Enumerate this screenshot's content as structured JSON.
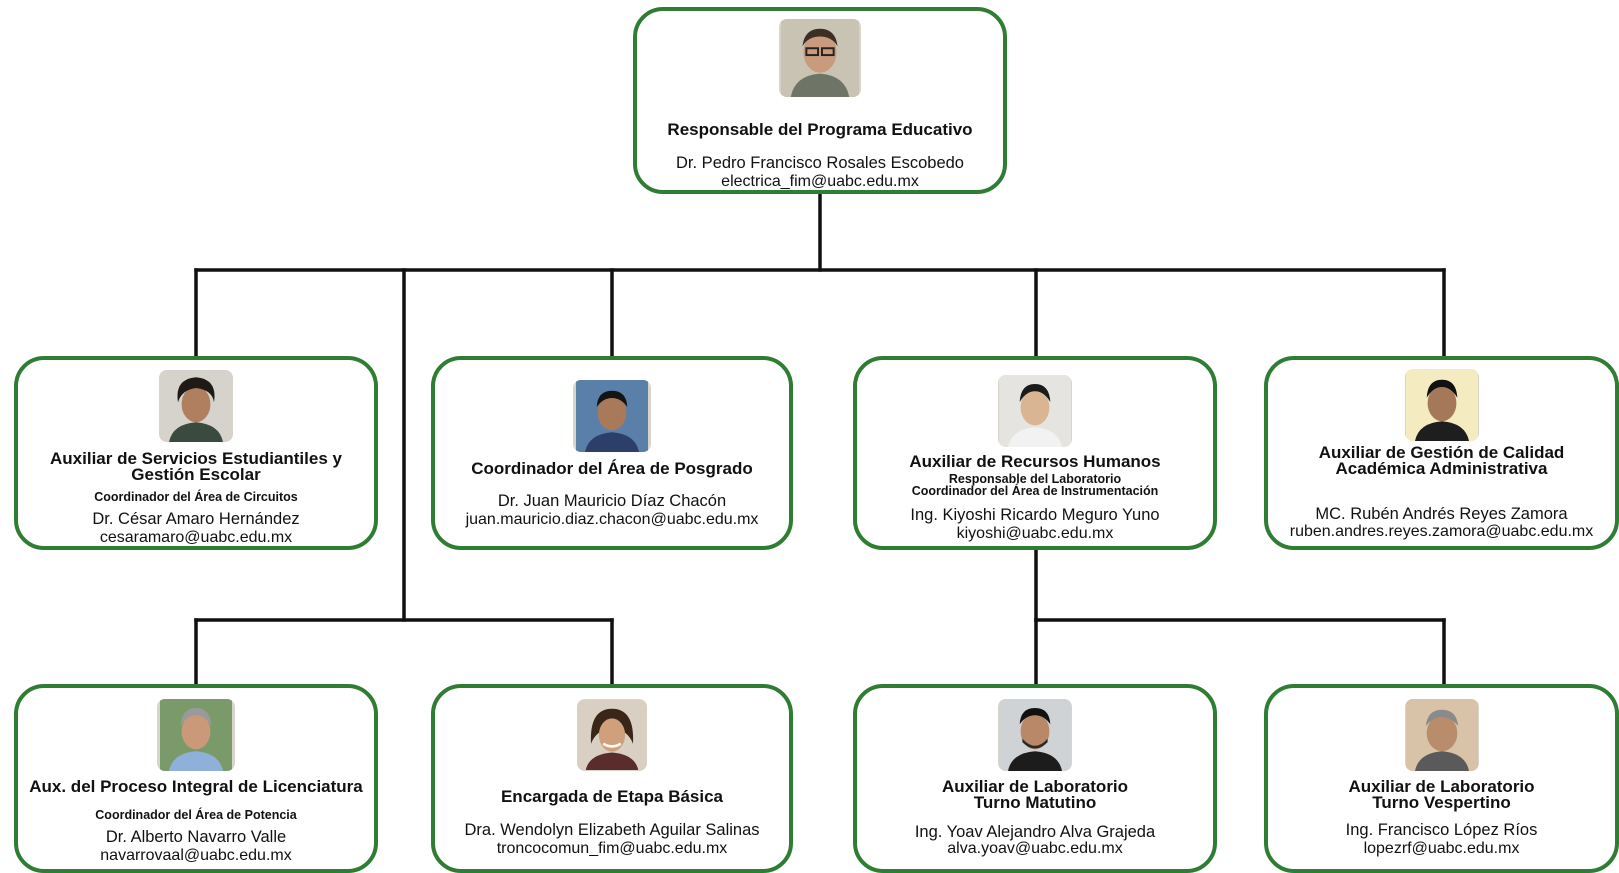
{
  "colors": {
    "border": "#2f7d32",
    "connector": "#111111"
  },
  "nodes": {
    "director": {
      "role": "Responsable del Programa Educativo",
      "name": "Dr. Pedro Francisco Rosales Escobedo",
      "email": "electrica_fim@uabc.edu.mx",
      "photo": "man-glasses-photo"
    },
    "servicios": {
      "role_line1": "Auxiliar de Servicios Estudiantiles y",
      "role_line2": "Gestión Escolar",
      "sub": "Coordinador del Área de Circuitos",
      "name": "Dr. César Amaro Hernández",
      "email": "cesaramaro@uabc.edu.mx",
      "photo": "man-curly-hair-photo"
    },
    "posgrado": {
      "role": "Coordinador del Área de Posgrado",
      "name": "Dr. Juan Mauricio Díaz Chacón",
      "email": "juan.mauricio.diaz.chacon@uabc.edu.mx",
      "photo": "man-photo"
    },
    "rrhh": {
      "role": "Auxiliar de Recursos Humanos",
      "sub_line1": "Responsable del Laboratorio",
      "sub_line2": "Coordinador del Área de Instrumentación",
      "name": "Ing. Kiyoshi Ricardo Meguro Yuno",
      "email": "kiyoshi@uabc.edu.mx",
      "photo": "man-photo"
    },
    "calidad": {
      "role_line1": "Auxiliar de Gestión de Calidad",
      "role_line2": "Académica Administrativa",
      "name": "MC. Rubén Andrés Reyes Zamora",
      "email": "ruben.andres.reyes.zamora@uabc.edu.mx",
      "photo": "man-photo"
    },
    "licenciatura": {
      "role": "Aux. del Proceso Integral de Licenciatura",
      "sub": "Coordinador del Área de Potencia",
      "name": "Dr. Alberto Navarro Valle",
      "email": "navarrovaal@uabc.edu.mx",
      "photo": "man-gray-hair-photo"
    },
    "basica": {
      "role": "Encargada de Etapa Básica",
      "name": "Dra. Wendolyn Elizabeth Aguilar Salinas",
      "email": "troncocomun_fim@uabc.edu.mx",
      "photo": "woman-photo"
    },
    "matutino": {
      "role_line1": "Auxiliar de Laboratorio",
      "role_line2": "Turno Matutino",
      "name": "Ing. Yoav Alejandro Alva Grajeda",
      "email": "alva.yoav@uabc.edu.mx",
      "photo": "man-photo"
    },
    "vespertino": {
      "role_line1": "Auxiliar de Laboratorio",
      "role_line2": "Turno Vespertino",
      "name": "Ing. Francisco López Ríos",
      "email": "lopezrf@uabc.edu.mx",
      "photo": "man-gray-hair-photo"
    }
  }
}
